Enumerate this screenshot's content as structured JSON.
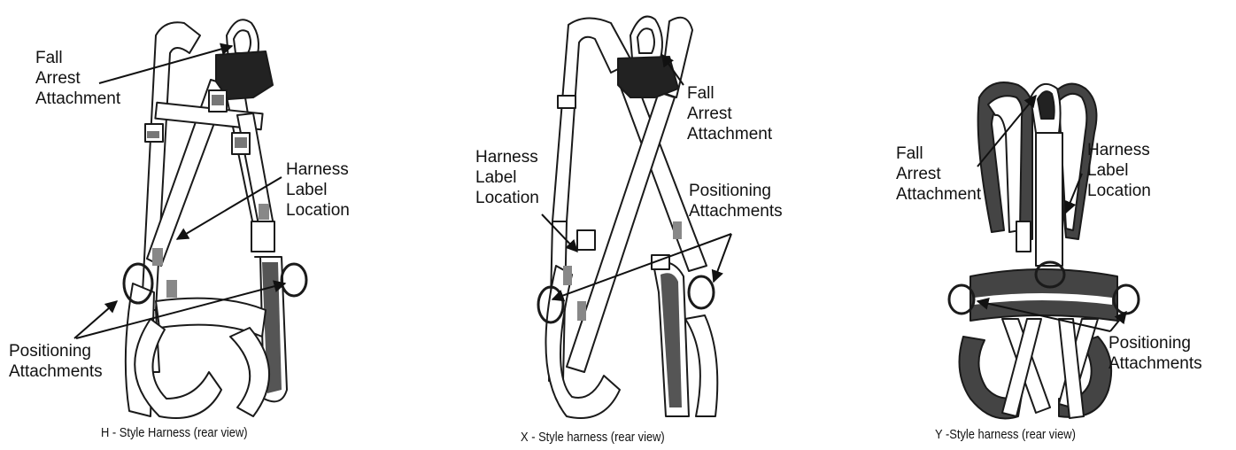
{
  "panels": [
    {
      "id": "h-style",
      "caption": "H - Style Harness (rear view)",
      "fall_arrest": [
        "Fall",
        "Arrest",
        "Attachment"
      ],
      "label_location": [
        "Harness",
        "Label",
        "Location"
      ],
      "positioning": [
        "Positioning",
        "Attachments"
      ]
    },
    {
      "id": "x-style",
      "caption": "X - Style harness (rear view)",
      "fall_arrest": [
        "Fall",
        "Arrest",
        "Attachment"
      ],
      "label_location": [
        "Harness",
        "Label",
        "Location"
      ],
      "positioning": [
        "Positioning",
        "Attachments"
      ]
    },
    {
      "id": "y-style",
      "caption": "Y -Style harness (rear view)",
      "fall_arrest": [
        "Fall",
        "Arrest",
        "Attachment"
      ],
      "label_location": [
        "Harness",
        "Label",
        "Location"
      ],
      "positioning": [
        "Positioning",
        "Attachments"
      ]
    }
  ],
  "colors": {
    "line": "#1a1a1a",
    "strap_fill": "#ffffff",
    "pad_dark": "#3a3a3a",
    "webbing_grey": "#9a9a9a"
  }
}
